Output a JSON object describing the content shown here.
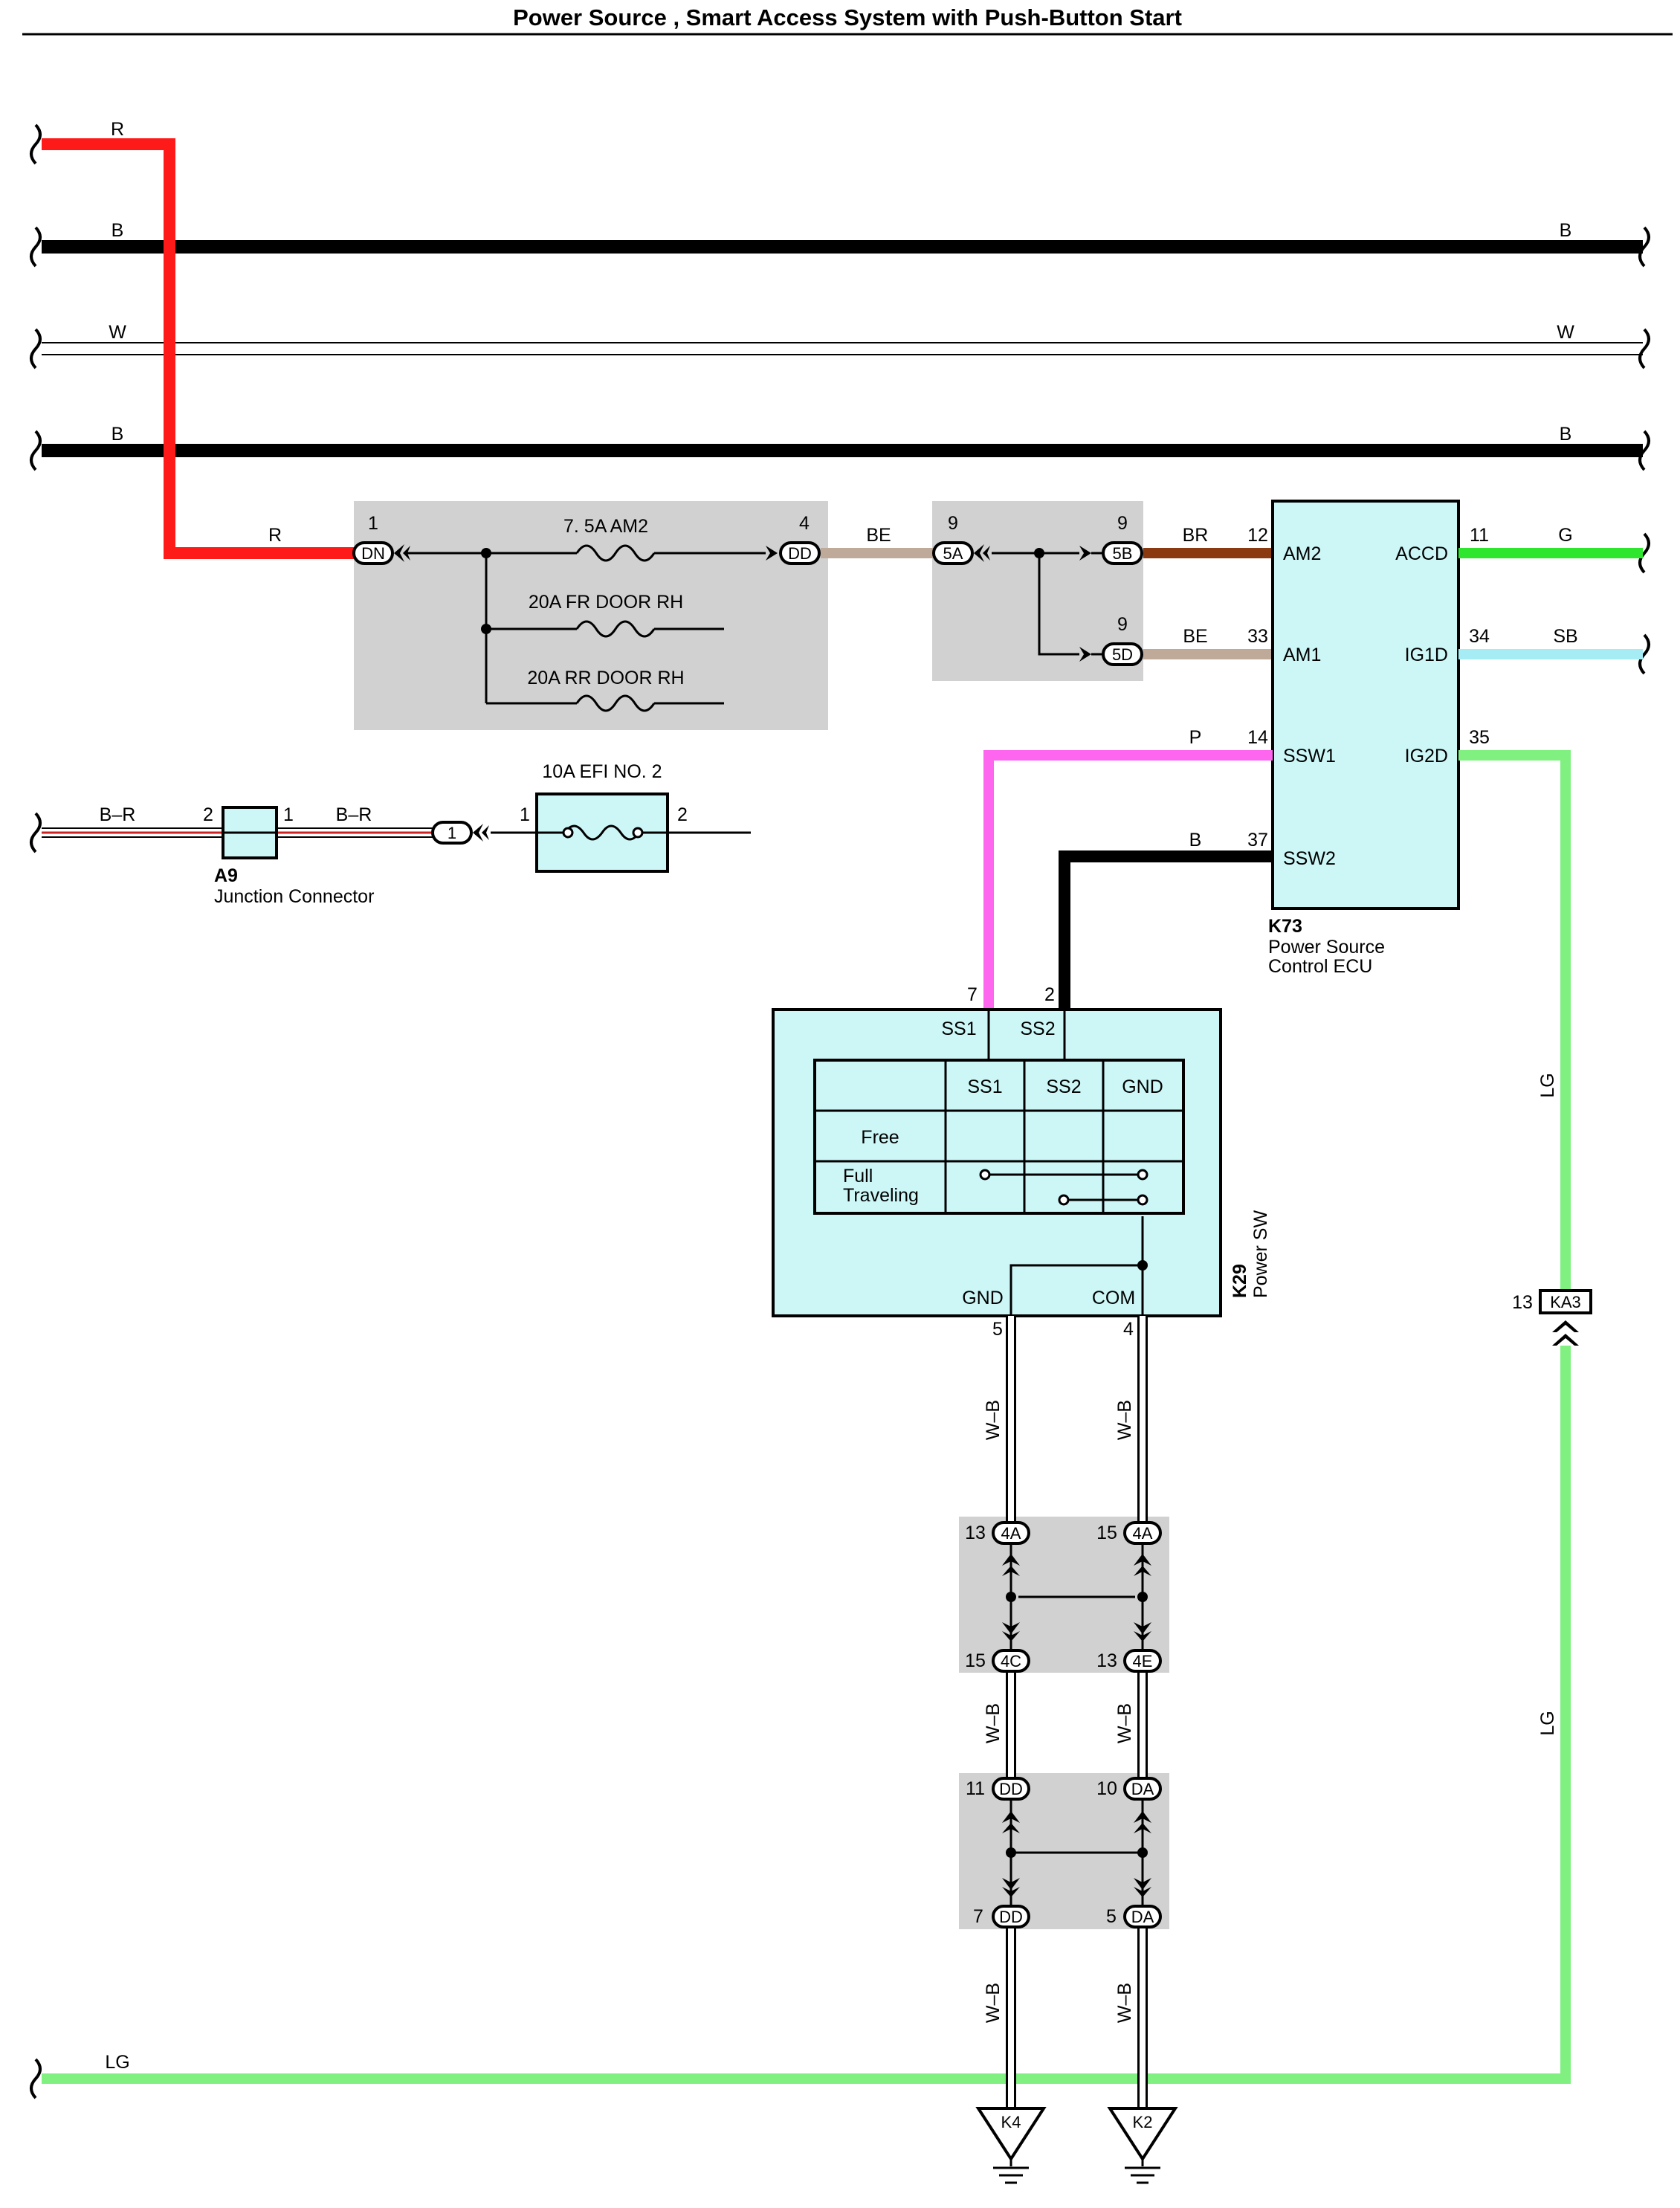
{
  "title": "Power Source , Smart Access System with Push-Button Start",
  "colors": {
    "R": "#ff1a1a",
    "B": "#000000",
    "W": "#ffffff",
    "BE": "#bfa999",
    "BR": "#8b3a0f",
    "G": "#2ee62e",
    "SB": "#a6ecf5",
    "P": "#ff66f0",
    "LG": "#80f080",
    "B-R_stripe": "#cc2222",
    "component_fill": "#cdf7f7",
    "junction_block_fill": "#d1d1d1"
  },
  "bus_wires": {
    "R": "R",
    "B1_left": "B",
    "B1_right": "B",
    "W_left": "W",
    "W_right": "W",
    "B2_left": "B",
    "B2_right": "B",
    "LG_bottom": "LG"
  },
  "fuse_block": {
    "pin_in": "1",
    "conn_in": "DN",
    "pin_out": "4",
    "conn_out": "DD",
    "fuse_main": "7. 5A AM2",
    "fuse_2": "20A FR DOOR RH",
    "fuse_3": "20A RR DOOR RH",
    "wire_in": "R",
    "wire_out": "BE"
  },
  "junction_block_2": {
    "in_pin": "9",
    "in_conn": "5A",
    "out1_pin": "9",
    "out1_conn": "5B",
    "out2_pin": "9",
    "out2_conn": "5D"
  },
  "ecu": {
    "id": "K73",
    "name_line1": "Power Source",
    "name_line2": "Control ECU",
    "left_pins": [
      {
        "wire": "BR",
        "pin": "12",
        "name": "AM2"
      },
      {
        "wire": "BE",
        "pin": "33",
        "name": "AM1"
      },
      {
        "wire": "P",
        "pin": "14",
        "name": "SSW1"
      },
      {
        "wire": "B",
        "pin": "37",
        "name": "SSW2"
      }
    ],
    "right_pins": [
      {
        "pin": "11",
        "name": "ACCD",
        "wire": "G"
      },
      {
        "pin": "34",
        "name": "IG1D",
        "wire": "SB"
      },
      {
        "pin": "35",
        "name": "IG2D",
        "wire": ""
      }
    ]
  },
  "efi": {
    "wire_left": "B–R",
    "jc_pin_left": "2",
    "jc_pin_right": "1",
    "wire_right": "B–R",
    "jc_id": "A9",
    "jc_name": "Junction Connector",
    "conn_label": "1",
    "fuse_label": "10A EFI NO. 2",
    "fuse_pin_left": "1",
    "fuse_pin_right": "2"
  },
  "power_sw": {
    "id": "K29",
    "name": "Power SW",
    "pin_ss1": "7",
    "pin_ss2": "2",
    "term_ss1": "SS1",
    "term_ss2": "SS2",
    "table_headers": [
      "",
      "SS1",
      "SS2",
      "GND"
    ],
    "row_free": "Free",
    "row_full_1": "Full",
    "row_full_2": "Traveling",
    "term_gnd": "GND",
    "term_com": "COM",
    "pin_gnd": "5",
    "pin_com": "4"
  },
  "lg_wire": {
    "label_upper": "LG",
    "label_lower": "LG",
    "conn_pin": "13",
    "conn_id": "KA3"
  },
  "ground_path": {
    "wire_label": "W–B",
    "jb1": {
      "tl_pin": "13",
      "tl_conn": "4A",
      "tr_pin": "15",
      "tr_conn": "4A",
      "bl_pin": "15",
      "bl_conn": "4C",
      "br_pin": "13",
      "br_conn": "4E"
    },
    "jb2": {
      "tl_pin": "11",
      "tl_conn": "DD",
      "tr_pin": "10",
      "tr_conn": "DA",
      "bl_pin": "7",
      "bl_conn": "DD",
      "br_pin": "5",
      "br_conn": "DA"
    },
    "ground_left": "K4",
    "ground_right": "K2"
  }
}
